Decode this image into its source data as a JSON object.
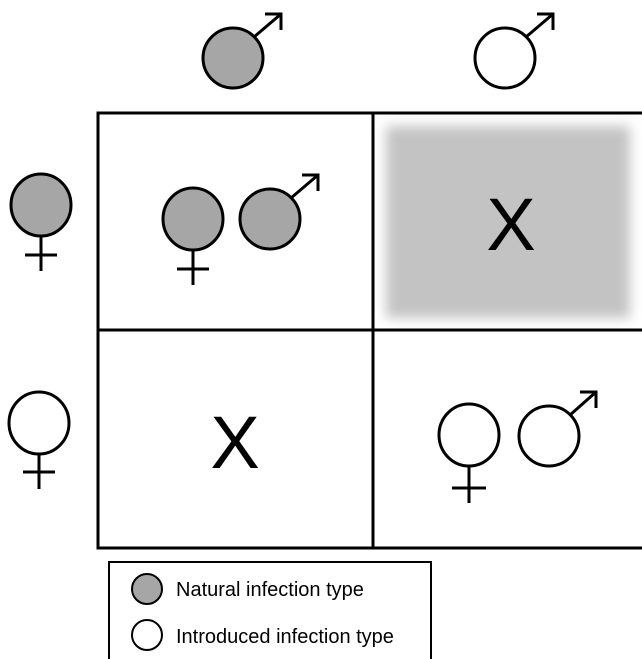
{
  "colors": {
    "natural": "#a6a6a6",
    "introduced": "#ffffff",
    "incompatible_cell_shade": "#c3c3c3"
  },
  "headers": {
    "columns": [
      {
        "symbol": "male-icon",
        "infection": "natural"
      },
      {
        "symbol": "male-icon",
        "infection": "introduced"
      }
    ],
    "rows": [
      {
        "symbol": "female-icon",
        "infection": "natural"
      },
      {
        "symbol": "female-icon",
        "infection": "introduced"
      }
    ]
  },
  "cells": {
    "natural_x_natural": {
      "outcome": "compatible"
    },
    "natural_female_x_introduced_male": {
      "outcome": "incompatible",
      "mark": "X"
    },
    "introduced_female_x_natural_male": {
      "outcome": "incompatible",
      "mark": "X"
    },
    "introduced_x_introduced": {
      "outcome": "compatible"
    }
  },
  "legend": {
    "items": [
      {
        "label": "Natural infection type",
        "infection": "natural"
      },
      {
        "label": "Introduced infection type",
        "infection": "introduced"
      }
    ]
  }
}
